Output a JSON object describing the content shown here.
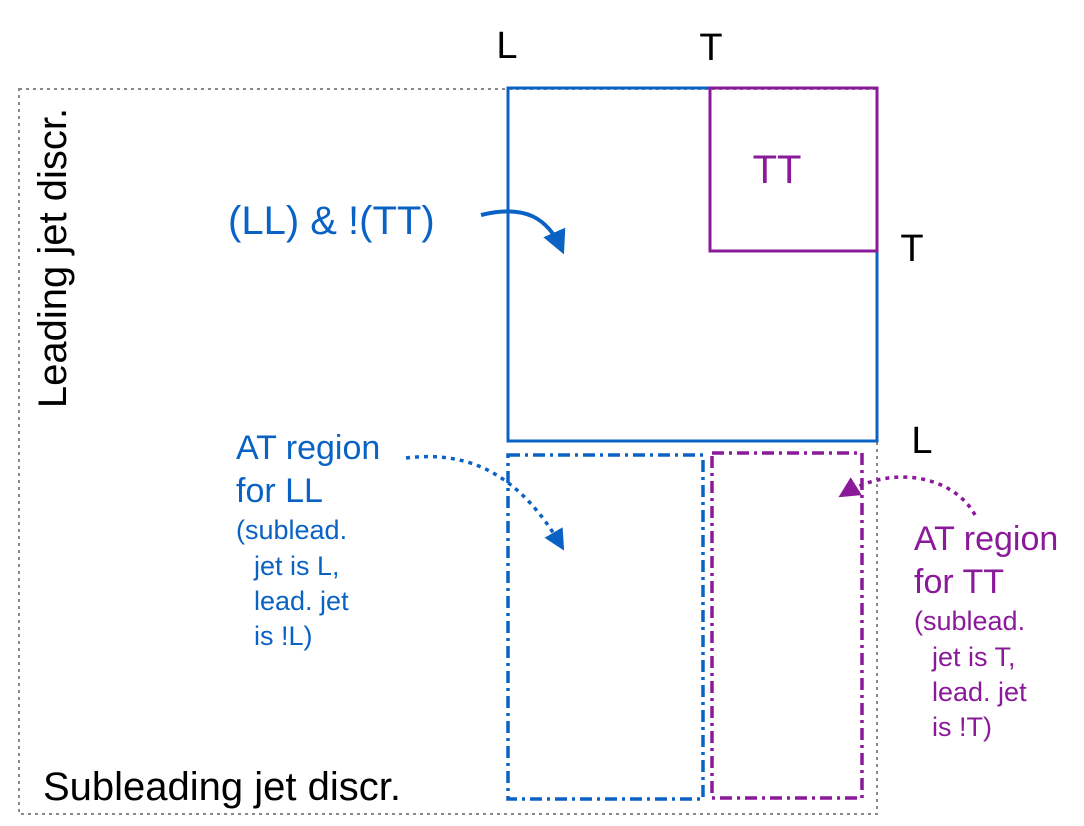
{
  "axes": {
    "x_label": "Subleading jet discr.",
    "y_label": "Leading jet discr."
  },
  "thresholds": {
    "top_L": "L",
    "top_T": "T",
    "right_T": "T",
    "right_L": "L"
  },
  "regions": {
    "tt_label": "TT",
    "ll_not_tt_label": "(LL) & !(TT)",
    "at_ll": {
      "line1": "AT region",
      "line2": "for LL",
      "line3": "(sublead.",
      "line4": "jet is L,",
      "line5": "lead. jet",
      "line6": "is  !L)"
    },
    "at_tt": {
      "line1": "AT region",
      "line2": "for TT",
      "line3": "(sublead.",
      "line4": "jet is T,",
      "line5": "lead. jet",
      "line6": "is  !T)"
    }
  },
  "colors": {
    "blue": "#0a63c4",
    "purple": "#8b1a9a",
    "frame": "#888888",
    "text": "#000000"
  }
}
